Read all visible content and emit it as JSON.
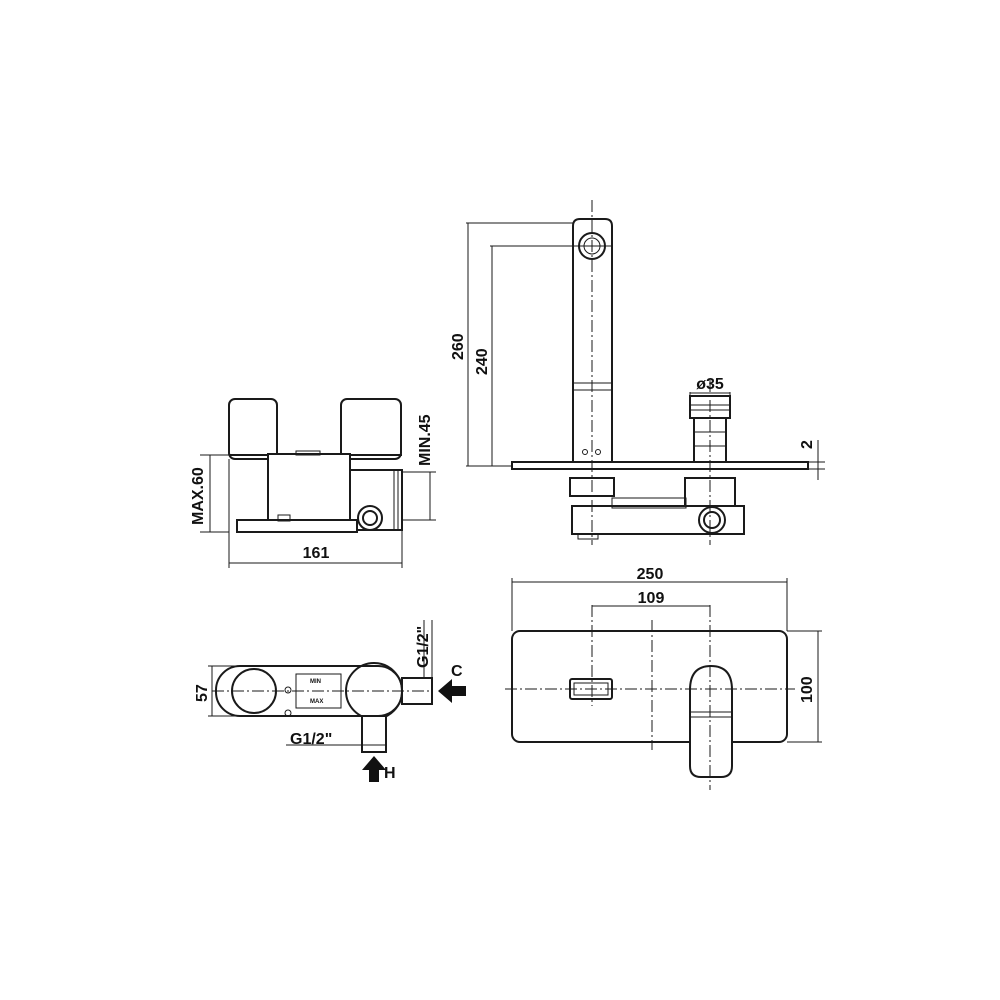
{
  "side_view": {
    "dim_width": "161",
    "dim_max_depth": "MAX.60",
    "dim_min_depth": "MIN.45"
  },
  "front_view": {
    "dim_height_total": "260",
    "dim_height_spout": "240",
    "dim_handle_diameter": "ø35",
    "dim_plate_thickness": "2"
  },
  "body_top_view": {
    "dim_depth": "57",
    "inlet_cold_thread": "G1/2\"",
    "inlet_hot_thread": "G1/2\"",
    "label_cold": "C",
    "label_hot": "H",
    "marking_min": "MIN",
    "marking_max": "MAX"
  },
  "plate_view": {
    "dim_plate_width": "250",
    "dim_centers": "109",
    "dim_plate_height": "100"
  }
}
